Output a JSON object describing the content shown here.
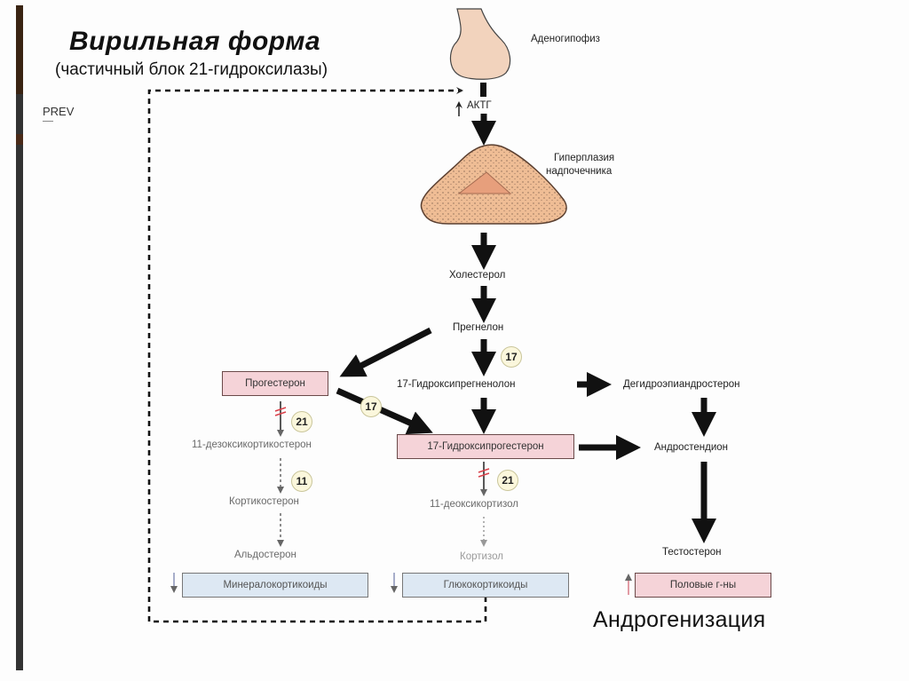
{
  "slide": {
    "title": "Вирильная форма",
    "subtitle": "(частичный блок 21-гидроксилазы)",
    "prev_link": "PREV"
  },
  "diagram": {
    "adenohypophysis": "Аденогипофиз",
    "acth": "АКТГ",
    "adrenal_hyperplasia_line1": "Гиперплазия",
    "adrenal_hyperplasia_line2": "надпочечника",
    "cholesterol": "Холестерол",
    "pregnenolone": "Прегнелон",
    "progesterone": "Прогестерон",
    "hydroxypregnenolone": "17-Гидроксипрегненолон",
    "dhea": "Дегидроэпиандростерон",
    "hydroxyprogesterone": "17-Гидроксипрогестерон",
    "androstenedione": "Андростендион",
    "deoxycorticosterone": "11-дезоксикортикостерон",
    "corticosterone": "Кортикостерон",
    "aldosterone": "Альдостерон",
    "deoxycortisol": "11-деоксикортизол",
    "cortisol": "Кортизол",
    "testosterone": "Тестостерон",
    "mineralocorticoids": "Минералокортикоиды",
    "glucocorticoids": "Глюкокортикоиды",
    "sex_hormones": "Половые г-ны",
    "androgenization": "Андрогенизация",
    "enzymes": {
      "e17_a": "17",
      "e17_b": "17",
      "e21_a": "21",
      "e21_b": "21",
      "e11": "11"
    },
    "colors": {
      "highlight_box": "#f5d3d8",
      "deficit_box": "#dde8f3",
      "enzyme_badge": "#fbf7dc",
      "block_mark": "#d9404a",
      "up_arrow": "#d97a86",
      "down_arrow": "#8a93b8",
      "gland": "#f2c9a8"
    }
  }
}
